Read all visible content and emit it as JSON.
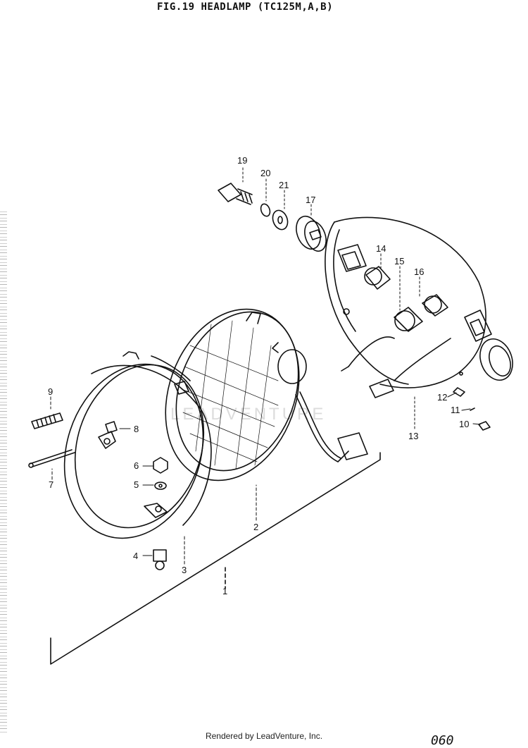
{
  "title": "FIG.19  HEADLAMP (TC125M,A,B)",
  "footer": "Rendered by LeadVenture, Inc.",
  "page_number": "060",
  "watermark": "LEADVENTURE",
  "callouts": {
    "c1": "1",
    "c2": "2",
    "c3": "3",
    "c4": "4",
    "c5": "5",
    "c6": "6",
    "c7": "7",
    "c8": "8",
    "c9": "9",
    "c10": "10",
    "c11": "11",
    "c12": "12",
    "c13": "13",
    "c14": "14",
    "c15": "15",
    "c16": "16",
    "c17": "17",
    "c19": "19",
    "c20": "20",
    "c21": "21"
  }
}
